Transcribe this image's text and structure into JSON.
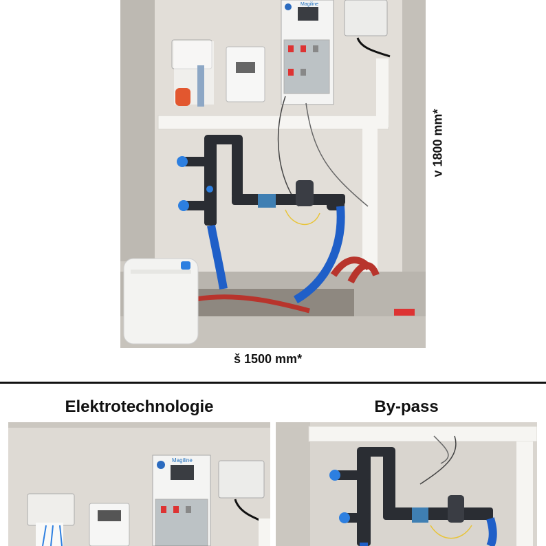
{
  "main_photo": {
    "width_dimension": "š 1500 mm*",
    "height_dimension": "v 1800 mm*",
    "panel_brand": "Magiline"
  },
  "sections": [
    {
      "title": "Elektrotechnologie",
      "panel_brand": "Magiline"
    },
    {
      "title": "By-pass"
    }
  ],
  "colors": {
    "wall": "#dcd8d2",
    "pipe": "#2a2d33",
    "hose": "#1f5fc8",
    "valve": "#2d7fe0",
    "red_hose": "#b8342c",
    "divider": "#111111"
  }
}
